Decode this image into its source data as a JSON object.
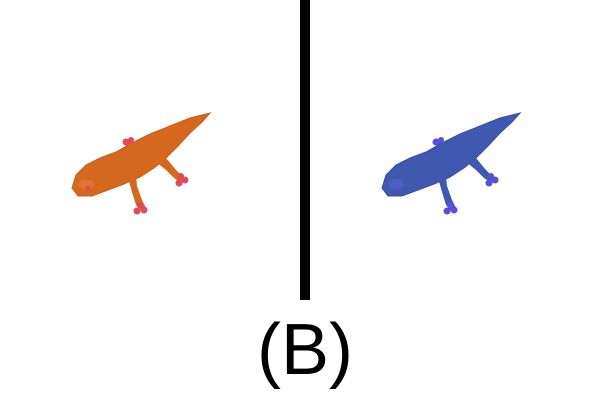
{
  "caption": {
    "label": "(B)"
  },
  "panels": [
    {
      "name": "left",
      "figure_icon": "gecko-icon",
      "color_body": "#d4681f",
      "color_toes": "#e0485e"
    },
    {
      "name": "right",
      "figure_icon": "gecko-icon",
      "color_body": "#3f58b0",
      "color_toes": "#5a4fd8"
    }
  ]
}
